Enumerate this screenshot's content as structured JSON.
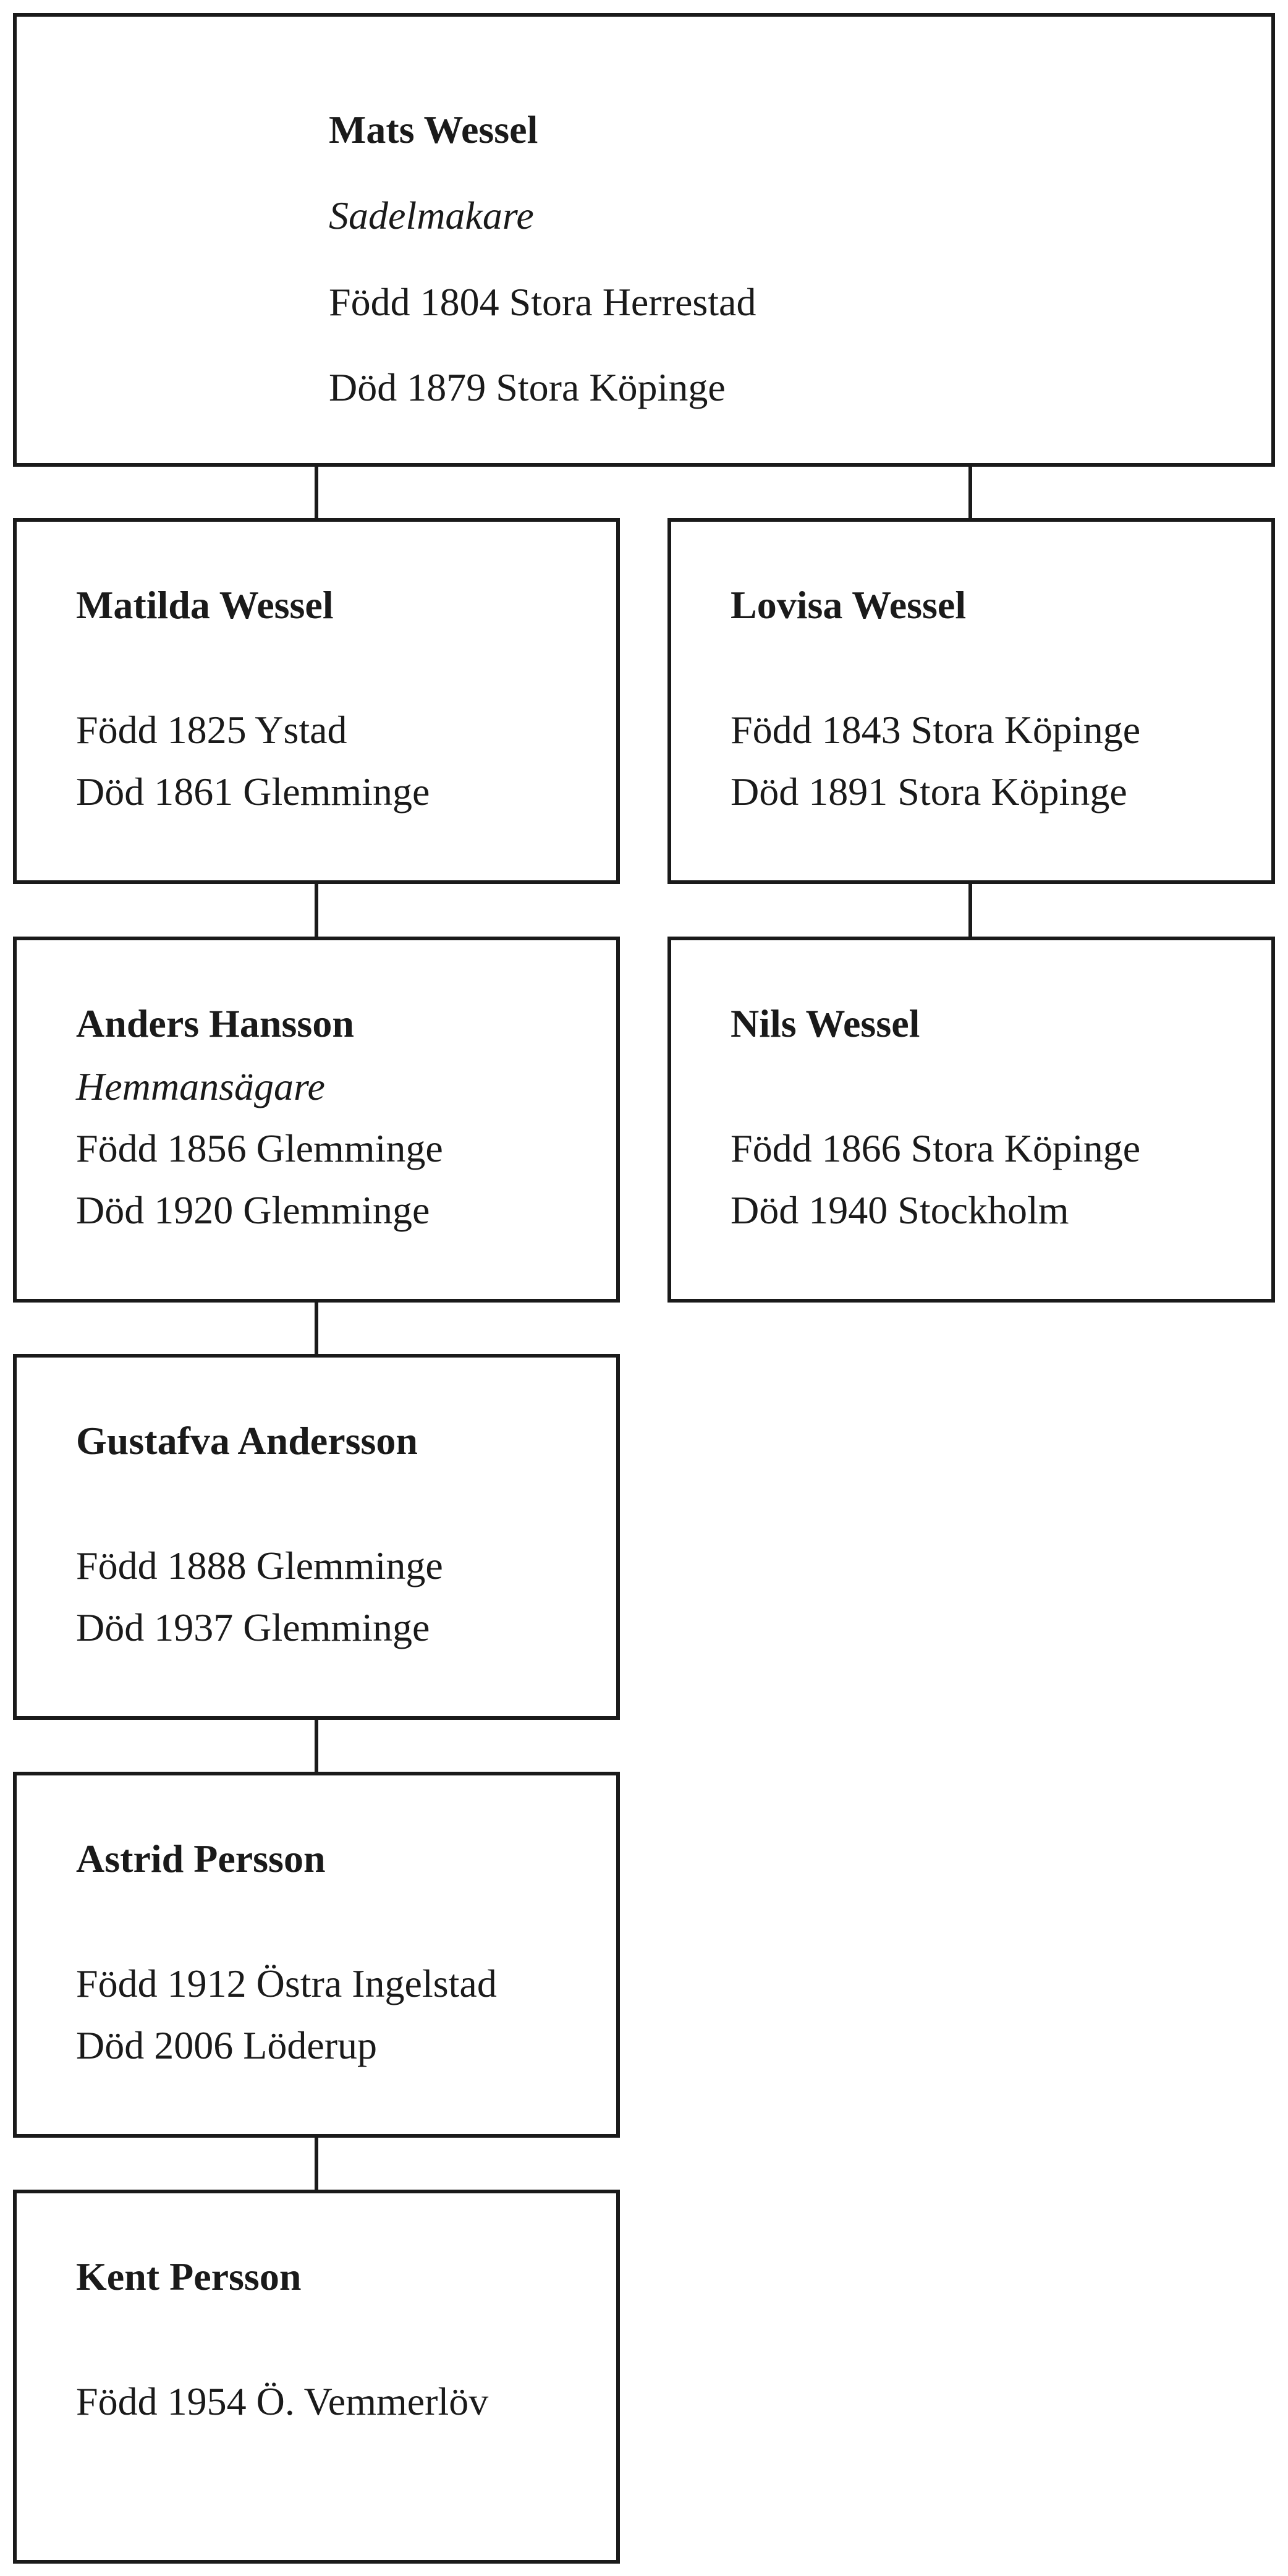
{
  "tree": {
    "people": [
      {
        "name": "Mats Wessel",
        "occupation": "Sadelmakare",
        "born": "Född 1804 Stora Herrestad",
        "died": "Död 1879 Stora Köpinge"
      },
      {
        "name": "Matilda Wessel",
        "occupation": "",
        "born": "Född 1825 Ystad",
        "died": "Död 1861 Glemminge"
      },
      {
        "name": "Lovisa Wessel",
        "occupation": "",
        "born": "Född 1843 Stora Köpinge",
        "died": "Död 1891 Stora Köpinge"
      },
      {
        "name": "Anders Hansson",
        "occupation": "Hemmansägare",
        "born": "Född 1856 Glemminge",
        "died": "Död 1920 Glemminge"
      },
      {
        "name": "Nils Wessel",
        "occupation": "",
        "born": "Född 1866 Stora Köpinge",
        "died": "Död 1940 Stockholm"
      },
      {
        "name": "Gustafva Andersson",
        "occupation": "",
        "born": "Född 1888 Glemminge",
        "died": "Död 1937 Glemminge"
      },
      {
        "name": "Astrid Persson",
        "occupation": "",
        "born": "Född 1912 Östra Ingelstad",
        "died": "Död 2006 Löderup"
      },
      {
        "name": "Kent Persson",
        "occupation": "",
        "born": "Född 1954 Ö. Vemmerlöv",
        "died": ""
      }
    ]
  }
}
